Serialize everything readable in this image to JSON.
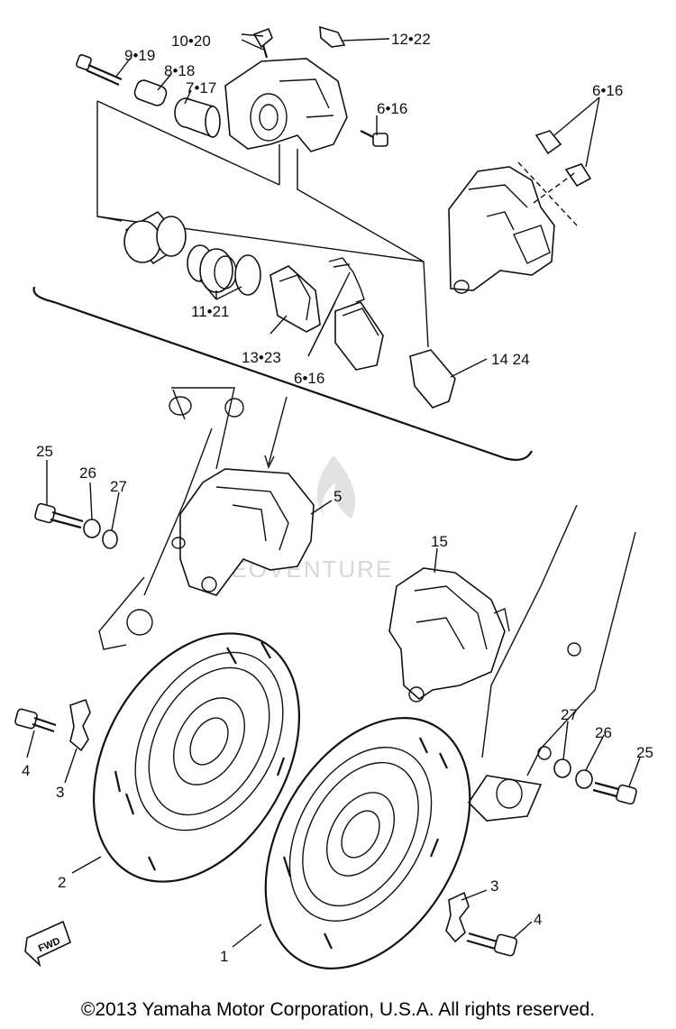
{
  "labels": {
    "l_10_20": "10•20",
    "l_12_22": "12•22",
    "l_9_19": "9•19",
    "l_8_18": "8•18",
    "l_7_17": "7•17",
    "l_6_16_a": "6•16",
    "l_6_16_b": "6•16",
    "l_11_21": "11•21",
    "l_13_23": "13•23",
    "l_6_16_c": "6•16",
    "l_14_24": "14 24",
    "l_25_a": "25",
    "l_26_a": "26",
    "l_27_a": "27",
    "l_5": "5",
    "l_15": "15",
    "l_27_b": "27",
    "l_26_b": "26",
    "l_25_b": "25",
    "l_4_a": "4",
    "l_3_a": "3",
    "l_2": "2",
    "l_3_b": "3",
    "l_4_b": "4",
    "l_1": "1",
    "fwd": "FWD"
  },
  "watermark": "LEOVENTURE",
  "copyright": "©2013 Yamaha Motor Corporation, U.S.A. All rights reserved."
}
